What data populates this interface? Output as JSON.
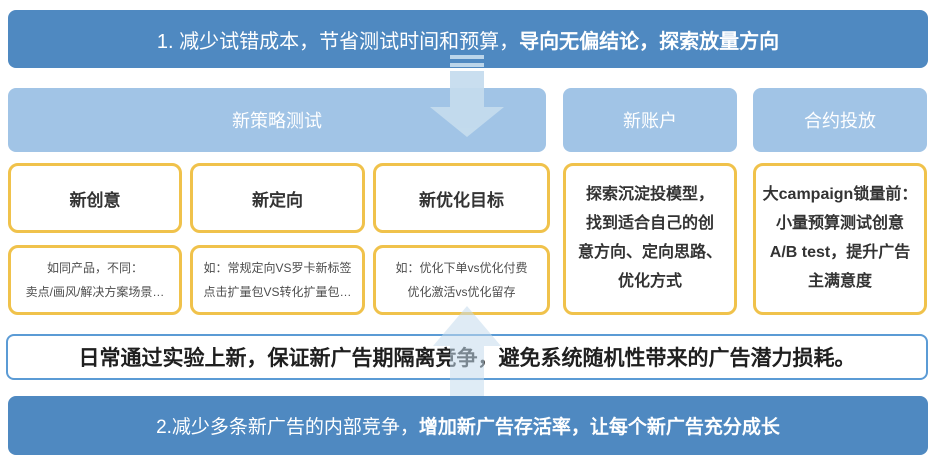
{
  "banner_top": {
    "normal": "1. 减少试错成本，节省测试时间和预算，",
    "bold": "导向无偏结论，探索放量方向"
  },
  "headers": {
    "strategy": "新策略测试",
    "account": "新账户",
    "contract": "合约投放"
  },
  "strategy_columns": [
    {
      "title": "新创意",
      "lines": [
        "如同产品，不同：",
        "卖点/画风/解决方案场景…"
      ]
    },
    {
      "title": "新定向",
      "lines": [
        "如：常规定向VS罗卡新标签",
        "点击扩量包VS转化扩量包…"
      ]
    },
    {
      "title": "新优化目标",
      "lines": [
        "如：优化下单vs优化付费",
        "优化激活vs优化留存"
      ]
    }
  ],
  "account_box": {
    "lines": [
      "探索沉淀投模型，",
      "找到适合自己的创",
      "意方向、定向思路、",
      "优化方式"
    ]
  },
  "contract_box": {
    "lines": [
      "大campaign锁量前：",
      "小量预算测试创意",
      "A/B test，提升广告",
      "主满意度"
    ]
  },
  "middle_note": "日常通过实验上新，保证新广告期隔离竞争，避免系统随机性带来的广告潜力损耗。",
  "banner_bottom": {
    "normal": "2.减少多条新广告的内部竞争，",
    "bold": "增加新广告存活率，让每个新广告充分成长"
  },
  "colors": {
    "banner_blue": "#4f89c1",
    "light_blue": "#a1c4e6",
    "yellow_border": "#f0c24b",
    "note_border": "#5b9bd5",
    "arrow_blue": "#c5dcee"
  }
}
